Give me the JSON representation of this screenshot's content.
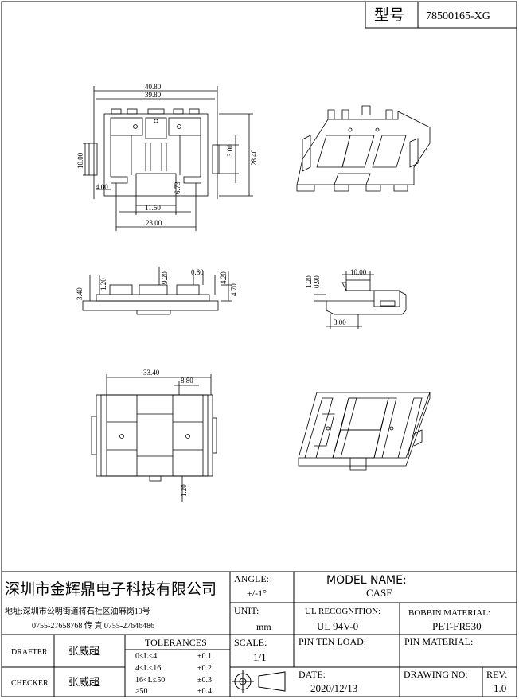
{
  "title_block_top": {
    "label": "型号",
    "part_number": "78500165-XG"
  },
  "dimensions": {
    "top_view": {
      "overall_width": "40.80",
      "inner_width": "39.80",
      "left_height": "10.00",
      "tab_height": "3.00",
      "overall_height": "28.40",
      "slot_depth": "6.73",
      "left_offset": "4.00",
      "slot_width": "11.60",
      "base_width": "23.00"
    },
    "front_view": {
      "d_080": "0.80",
      "d_420": "4.20",
      "d_470": "4.70",
      "d_920": "9.20",
      "d_120": "1.20",
      "d_340": "3.40"
    },
    "side_view": {
      "d_1000": "10.00",
      "d_120": "1.20",
      "d_090": "0.90",
      "d_300": "3.00"
    },
    "bottom_view": {
      "d_3340": "33.40",
      "d_880": "8.80",
      "d_120": "1.20"
    }
  },
  "company": {
    "name": "深圳市金辉鼎电子科技有限公司",
    "address": "地址:深圳市公明街道将石社区油麻岗19号",
    "phone_line": "0755-27658768   传 真  0755-27646486"
  },
  "fields": {
    "angle_label": "ANGLE:",
    "angle_value": "+/-1°",
    "model_name_label": "MODEL NAME:",
    "model_name_value": "CASE",
    "unit_label": "UNIT:",
    "unit_value": "mm",
    "ul_label": "UL RECOGNITION:",
    "ul_value": "UL 94V-0",
    "bobbin_label": "BOBBIN MATERIAL:",
    "bobbin_value": "PET-FR530",
    "scale_label": "SCALE:",
    "scale_value": "1/1",
    "pin_ten_label": "PIN TEN LOAD:",
    "pin_material_label": "PIN MATERIAL:",
    "date_label": "DATE:",
    "date_value": "2020/12/13",
    "drawing_no_label": "DRAWING NO:",
    "rev_label": "REV:",
    "rev_value": "1.0",
    "drafter_label": "DRAFTER",
    "drafter_value": "张威超",
    "checker_label": "CHECKER",
    "checker_value": "张威超",
    "tolerances_label": "TOLERANCES",
    "tolerances": [
      {
        "range": "0<L≤4",
        "tol": "±0.1"
      },
      {
        "range": "4<L≤16",
        "tol": "±0.2"
      },
      {
        "range": "16<L≤50",
        "tol": "±0.3"
      },
      {
        "range": "≥50",
        "tol": "±0.4"
      }
    ]
  }
}
